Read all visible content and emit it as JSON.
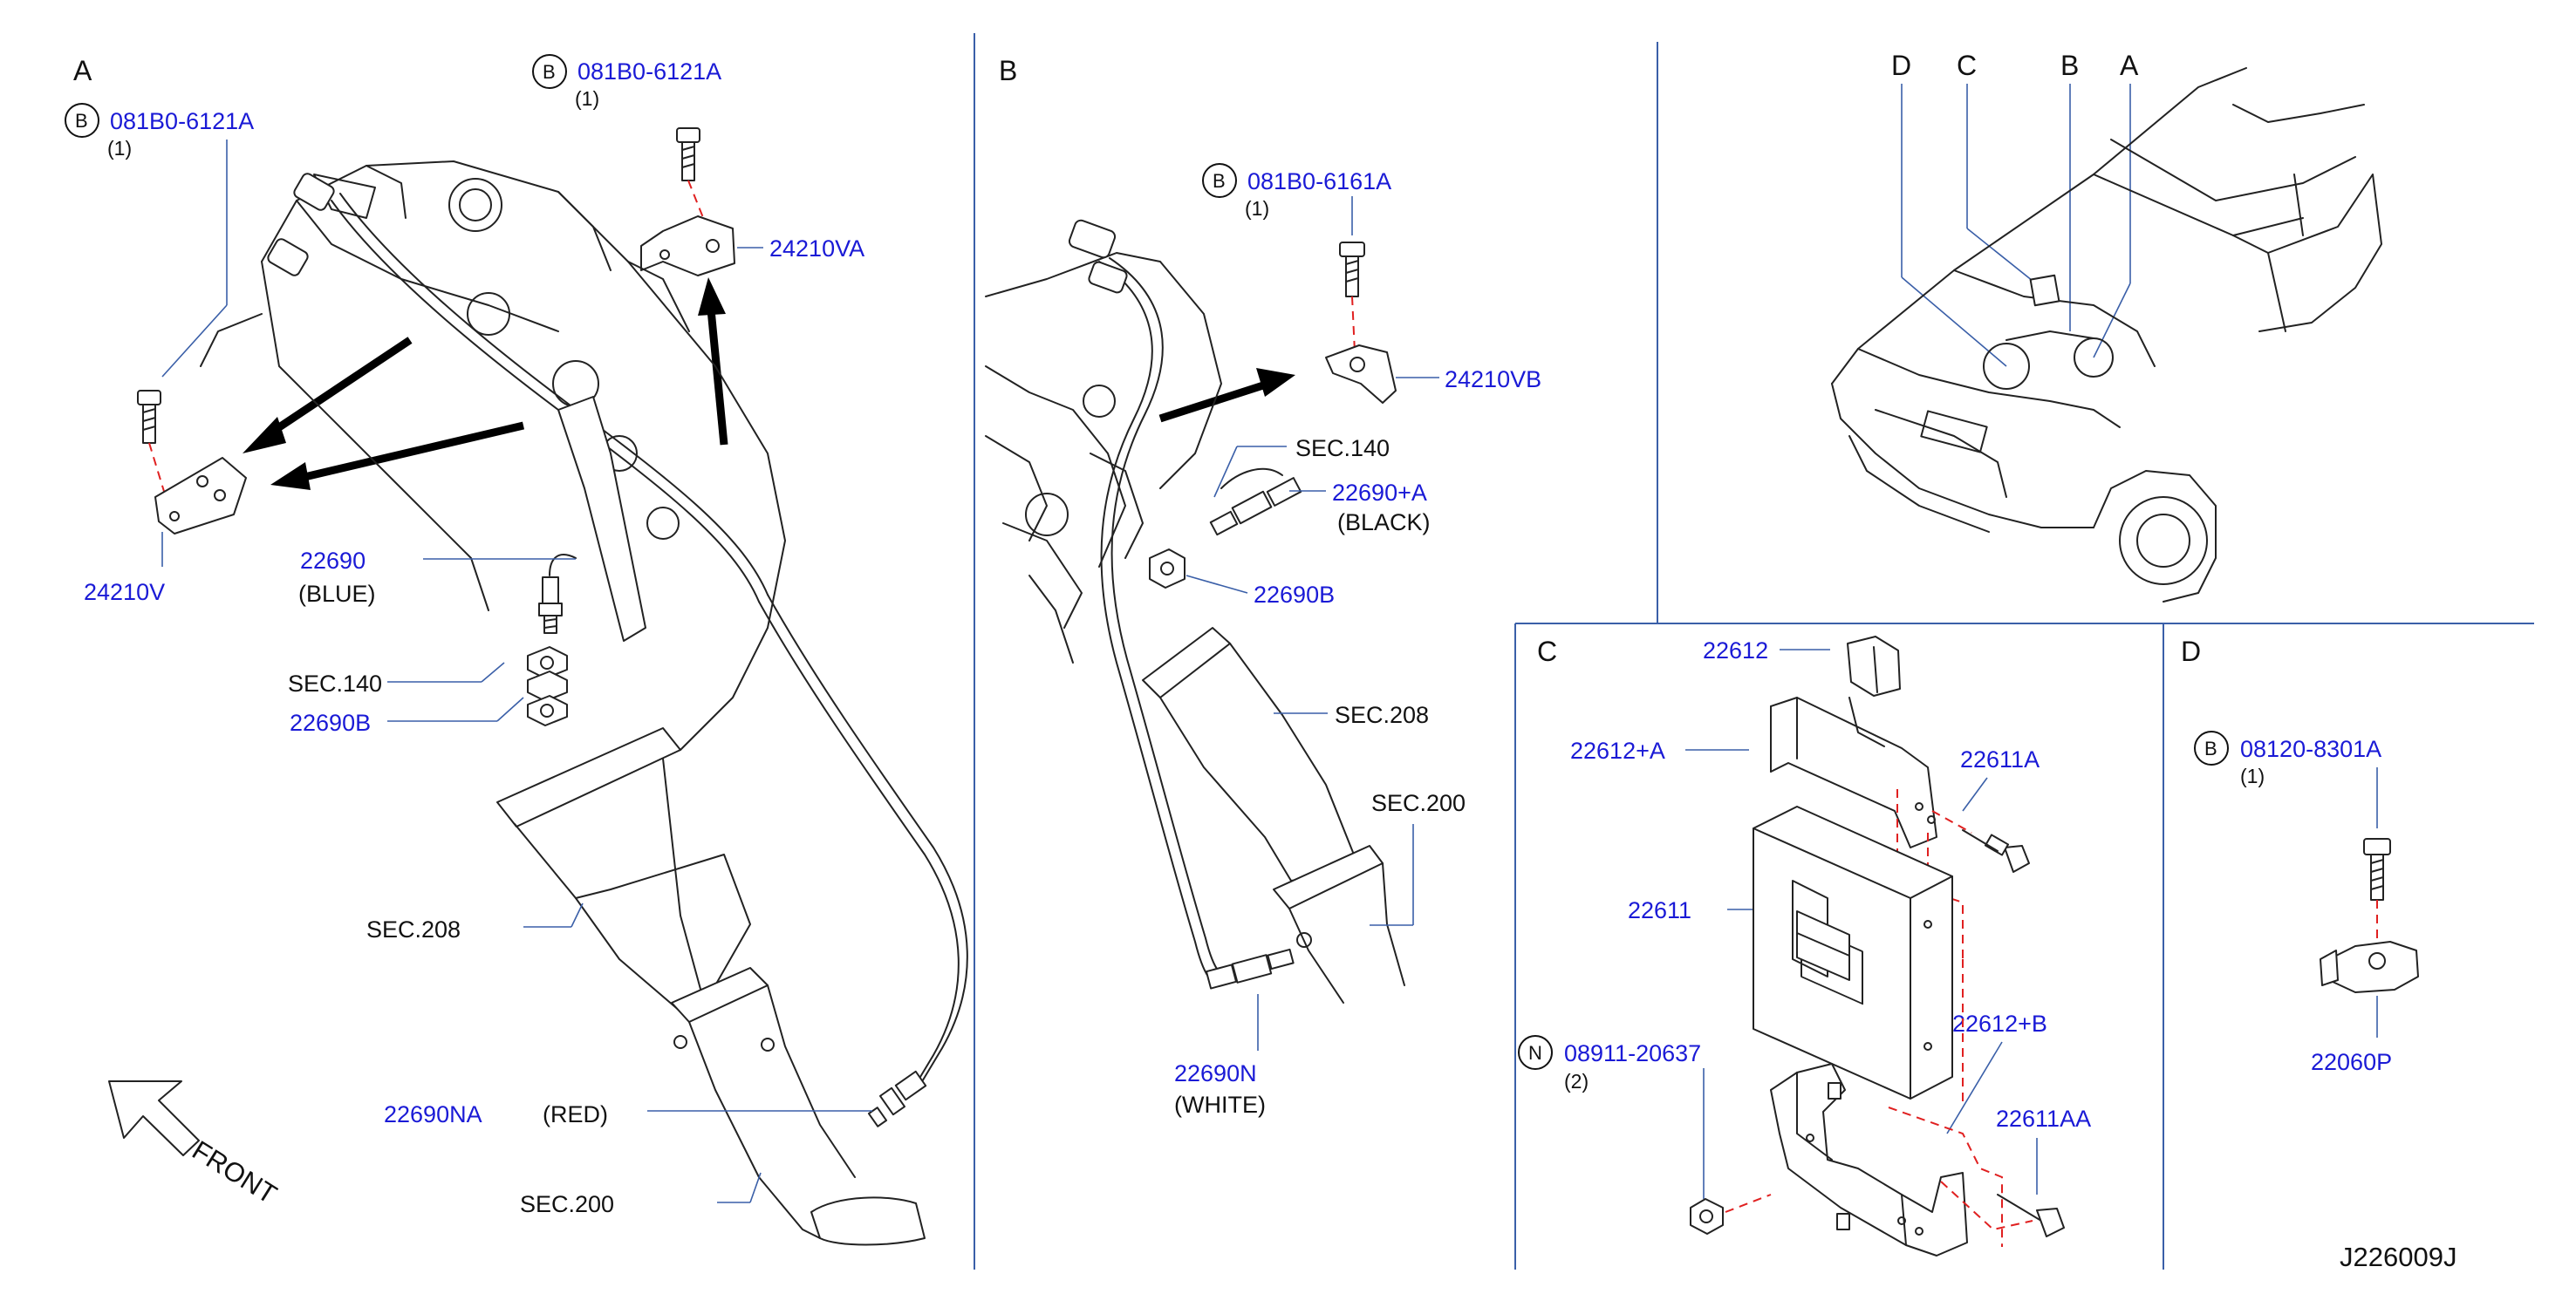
{
  "diagram_code": "J226009J",
  "front_label": "FRONT",
  "panels": {
    "A": {
      "header": "A",
      "labels": {
        "bolt_prefix_1": "B",
        "bolt_1": "081B0-6121A",
        "bolt_qty_1": "(1)",
        "bolt_prefix_2": "B",
        "bolt_2": "081B0-6121A",
        "bolt_qty_2": "(1)",
        "bracket_va": "24210VA",
        "bracket_v": "24210V",
        "sensor_22690": "22690",
        "sensor_22690_note": "(BLUE)",
        "sec140": "SEC.140",
        "sensor_22690b": "22690B",
        "sec208": "SEC.208",
        "sensor_22690na": "22690NA",
        "sensor_22690na_note": "(RED)",
        "sec200": "SEC.200"
      }
    },
    "B": {
      "header": "B",
      "labels": {
        "bolt_prefix": "B",
        "bolt": "081B0-6161A",
        "bolt_qty": "(1)",
        "bracket_vb": "24210VB",
        "sec140": "SEC.140",
        "sensor_22690a": "22690+A",
        "sensor_22690a_note": "(BLACK)",
        "sensor_22690b": "22690B",
        "sec208": "SEC.208",
        "sec200": "SEC.200",
        "sensor_22690n": "22690N",
        "sensor_22690n_note": "(WHITE)"
      }
    },
    "vehicle": {
      "labels": {
        "d": "D",
        "c": "C",
        "b": "B",
        "a": "A"
      }
    },
    "C": {
      "header": "C",
      "labels": {
        "p22612": "22612",
        "p22612a": "22612+A",
        "p22611a": "22611A",
        "p22611": "22611",
        "nut_prefix": "N",
        "nut": "08911-20637",
        "nut_qty": "(2)",
        "p22612b": "22612+B",
        "p22611aa": "22611AA"
      }
    },
    "D": {
      "header": "D",
      "labels": {
        "bolt_prefix": "B",
        "bolt": "08120-8301A",
        "bolt_qty": "(1)",
        "p22060p": "22060P"
      }
    }
  }
}
